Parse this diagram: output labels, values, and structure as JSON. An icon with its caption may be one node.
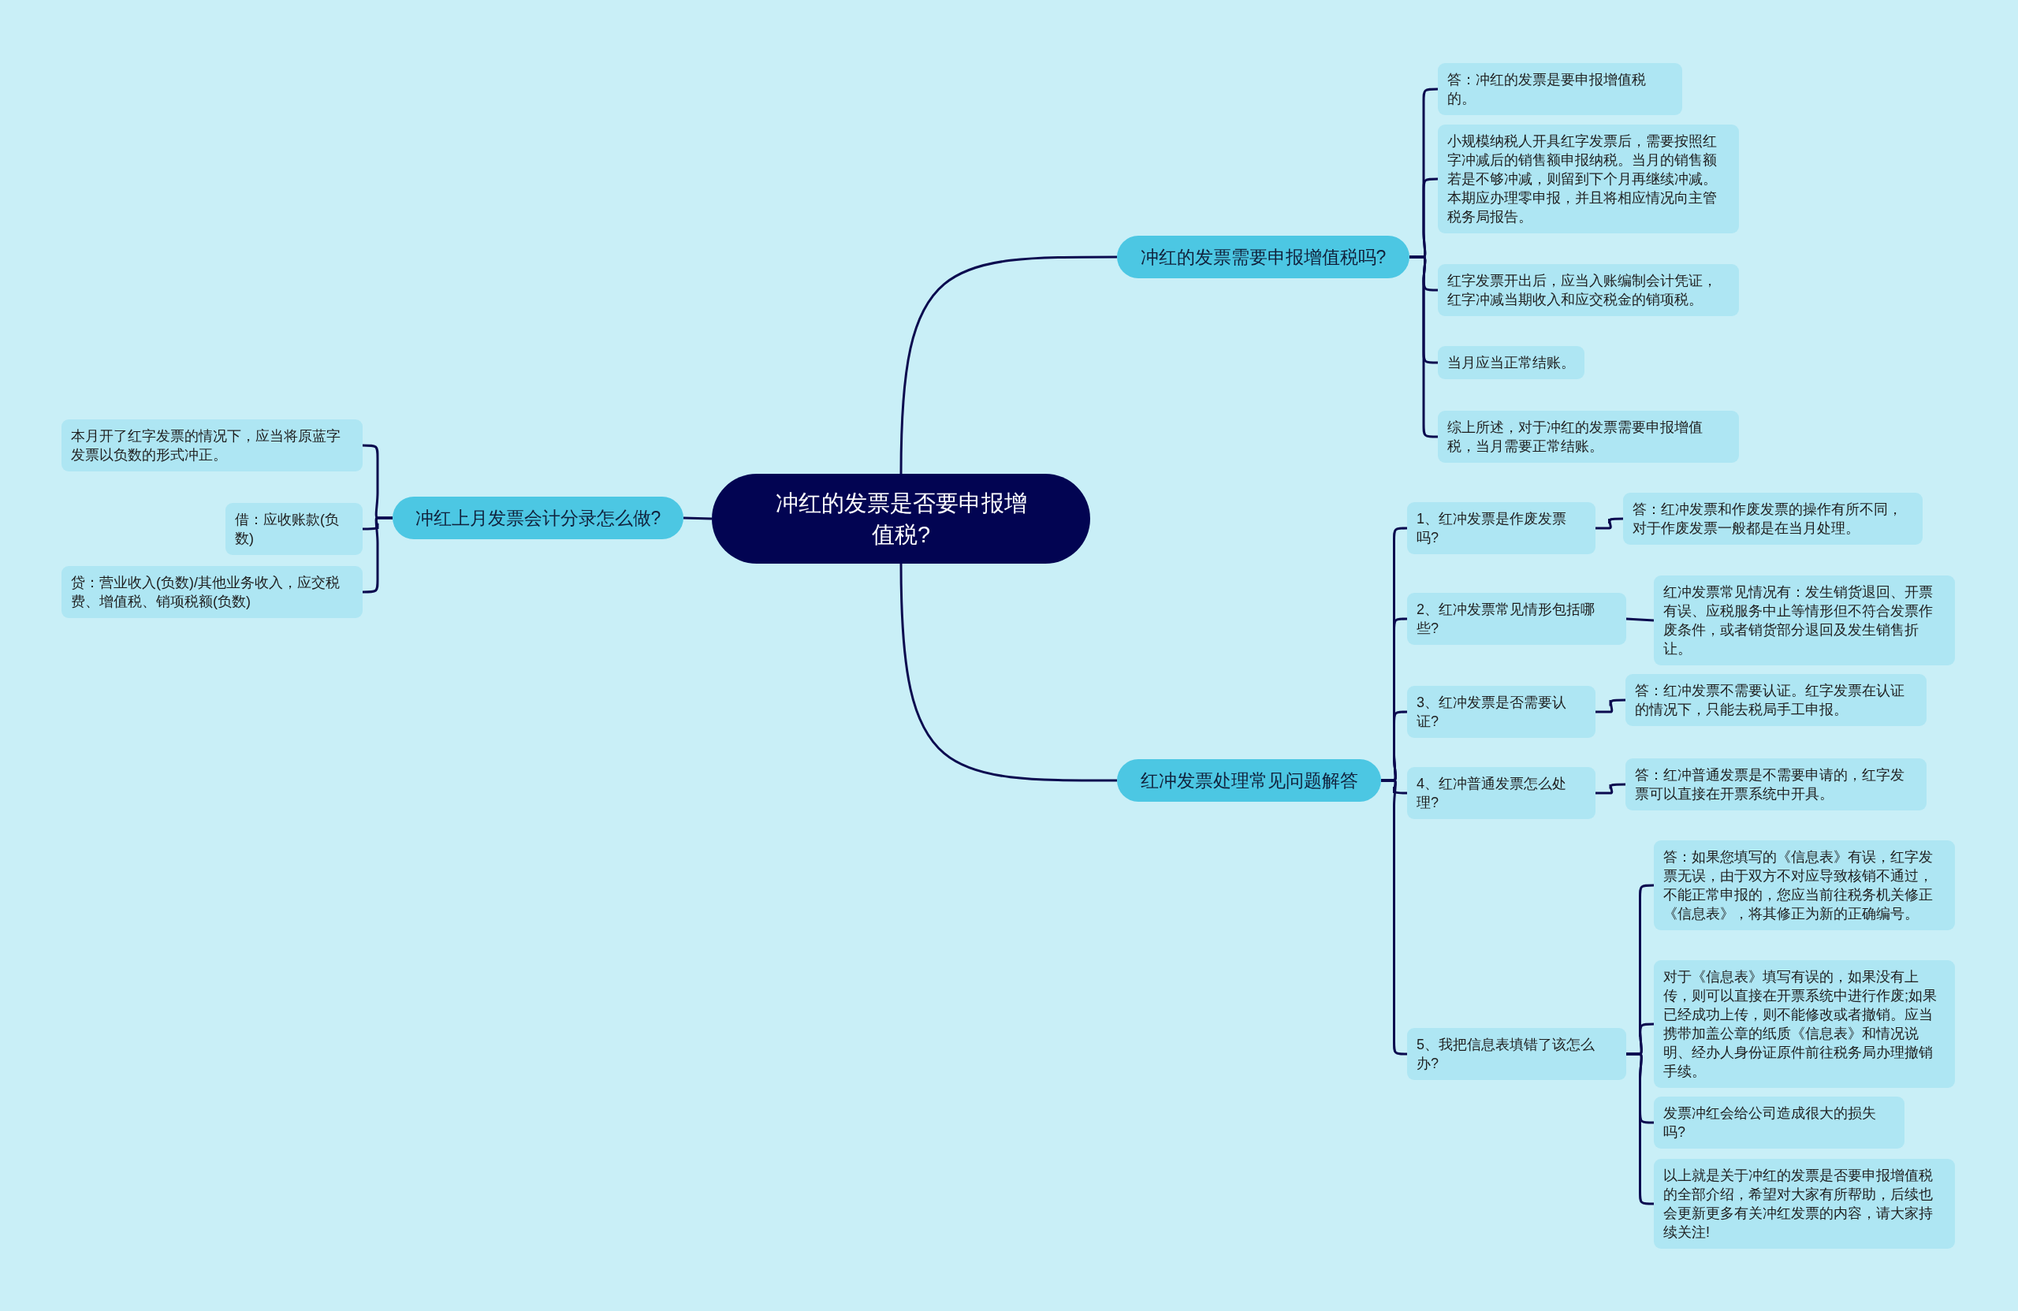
{
  "diagram": {
    "nodes": [
      {
        "text": [
          "冲红的发票是否要申报增值税?"
        ]
      },
      {
        "text": [
          "冲红的发票需要申报增值税吗?"
        ]
      },
      {
        "text": [
          "答：冲红的发票是要申报增值税的。"
        ]
      },
      {
        "text": [
          "小规模纳税人开具红字发票后，需要按照红字冲减后的销售额申报纳税。当月的销售额若是不够冲减，则留到下个月再继续冲减。本期应办理零申报，并且将相应情况向主管税务局报告。"
        ]
      },
      {
        "text": [
          "红字发票开出后，应当入账编制会计凭证，红字冲减当期收入和应交税金的销项税。"
        ]
      },
      {
        "text": [
          "当月应当正常结账。"
        ]
      },
      {
        "text": [
          "综上所述，对于冲红的发票需要申报增值税，当月需要正常结账。"
        ]
      },
      {
        "text": [
          "冲红上月发票会计分录怎么做?"
        ]
      },
      {
        "text": [
          "本月开了红字发票的情况下，应当将原蓝字发票以负数的形式冲正。"
        ]
      },
      {
        "text": [
          "借：应收账款(负数)"
        ]
      },
      {
        "text": [
          "贷：营业收入(负数)/其他业务收入，应交税费、增值税、销项税额(负数)"
        ]
      },
      {
        "text": [
          "红冲发票处理常见问题解答"
        ]
      },
      {
        "text": [
          "1、红冲发票是作废发票吗?"
        ]
      },
      {
        "text": [
          "答：红冲发票和作废发票的操作有所不同，对于作废发票一般都是在当月处理。"
        ]
      },
      {
        "text": [
          "2、红冲发票常见情形包括哪些?"
        ]
      },
      {
        "text": [
          "红冲发票常见情况有：发生销货退回、开票有误、应税服务中止等情形但不符合发票作废条件，或者销货部分退回及发生销售折让。"
        ]
      },
      {
        "text": [
          "3、红冲发票是否需要认证?"
        ]
      },
      {
        "text": [
          "答：红冲发票不需要认证。红字发票在认证的情况下，只能去税局手工申报。"
        ]
      },
      {
        "text": [
          "4、红冲普通发票怎么处理?"
        ]
      },
      {
        "text": [
          "答：红冲普通发票是不需要申请的，红字发票可以直接在开票系统中开具。"
        ]
      },
      {
        "text": [
          "5、我把信息表填错了该怎么办?"
        ]
      },
      {
        "text": [
          "答：如果您填写的《信息表》有误，红字发票无误，由于双方不对应导致核销不通过，不能正常申报的，您应当前往税务机关修正《信息表》，将其修正为新的正确编号。"
        ]
      },
      {
        "text": [
          "对于《信息表》填写有误的，如果没有上传，则可以直接在开票系统中进行作废;如果已经成功上传，则不能修改或者撤销。应当携带加盖公章的纸质《信息表》和情况说明、经办人身份证原件前往税务局办理撤销手续。"
        ]
      },
      {
        "text": [
          "发票冲红会给公司造成很大的损失吗?"
        ]
      },
      {
        "text": [
          "以上就是关于冲红的发票是否要申报增值税的全部介绍，希望对大家有所帮助，后续也会更新更多有关冲红发票的内容，请大家持续关注!"
        ]
      }
    ],
    "edges": [
      {
        "from": 0,
        "to": 1,
        "arrow": "none"
      },
      {
        "from": 1,
        "to": 2,
        "arrow": "none"
      },
      {
        "from": 1,
        "to": 3,
        "arrow": "none"
      },
      {
        "from": 1,
        "to": 4,
        "arrow": "none"
      },
      {
        "from": 1,
        "to": 5,
        "arrow": "none"
      },
      {
        "from": 1,
        "to": 6,
        "arrow": "none"
      },
      {
        "from": 0,
        "to": 7,
        "arrow": "none"
      },
      {
        "from": 7,
        "to": 8,
        "arrow": "none"
      },
      {
        "from": 7,
        "to": 9,
        "arrow": "none"
      },
      {
        "from": 7,
        "to": 10,
        "arrow": "none"
      },
      {
        "from": 0,
        "to": 11,
        "arrow": "none"
      },
      {
        "from": 11,
        "to": 12,
        "arrow": "none"
      },
      {
        "from": 12,
        "to": 13,
        "arrow": "none"
      },
      {
        "from": 11,
        "to": 14,
        "arrow": "none"
      },
      {
        "from": 14,
        "to": 15,
        "arrow": "none"
      },
      {
        "from": 11,
        "to": 16,
        "arrow": "none"
      },
      {
        "from": 16,
        "to": 17,
        "arrow": "none"
      },
      {
        "from": 11,
        "to": 18,
        "arrow": "none"
      },
      {
        "from": 18,
        "to": 19,
        "arrow": "none"
      },
      {
        "from": 11,
        "to": 20,
        "arrow": "none"
      },
      {
        "from": 20,
        "to": 21,
        "arrow": "none"
      },
      {
        "from": 20,
        "to": 22,
        "arrow": "none"
      },
      {
        "from": 20,
        "to": 23,
        "arrow": "none"
      },
      {
        "from": 20,
        "to": 24,
        "arrow": "none"
      }
    ]
  }
}
